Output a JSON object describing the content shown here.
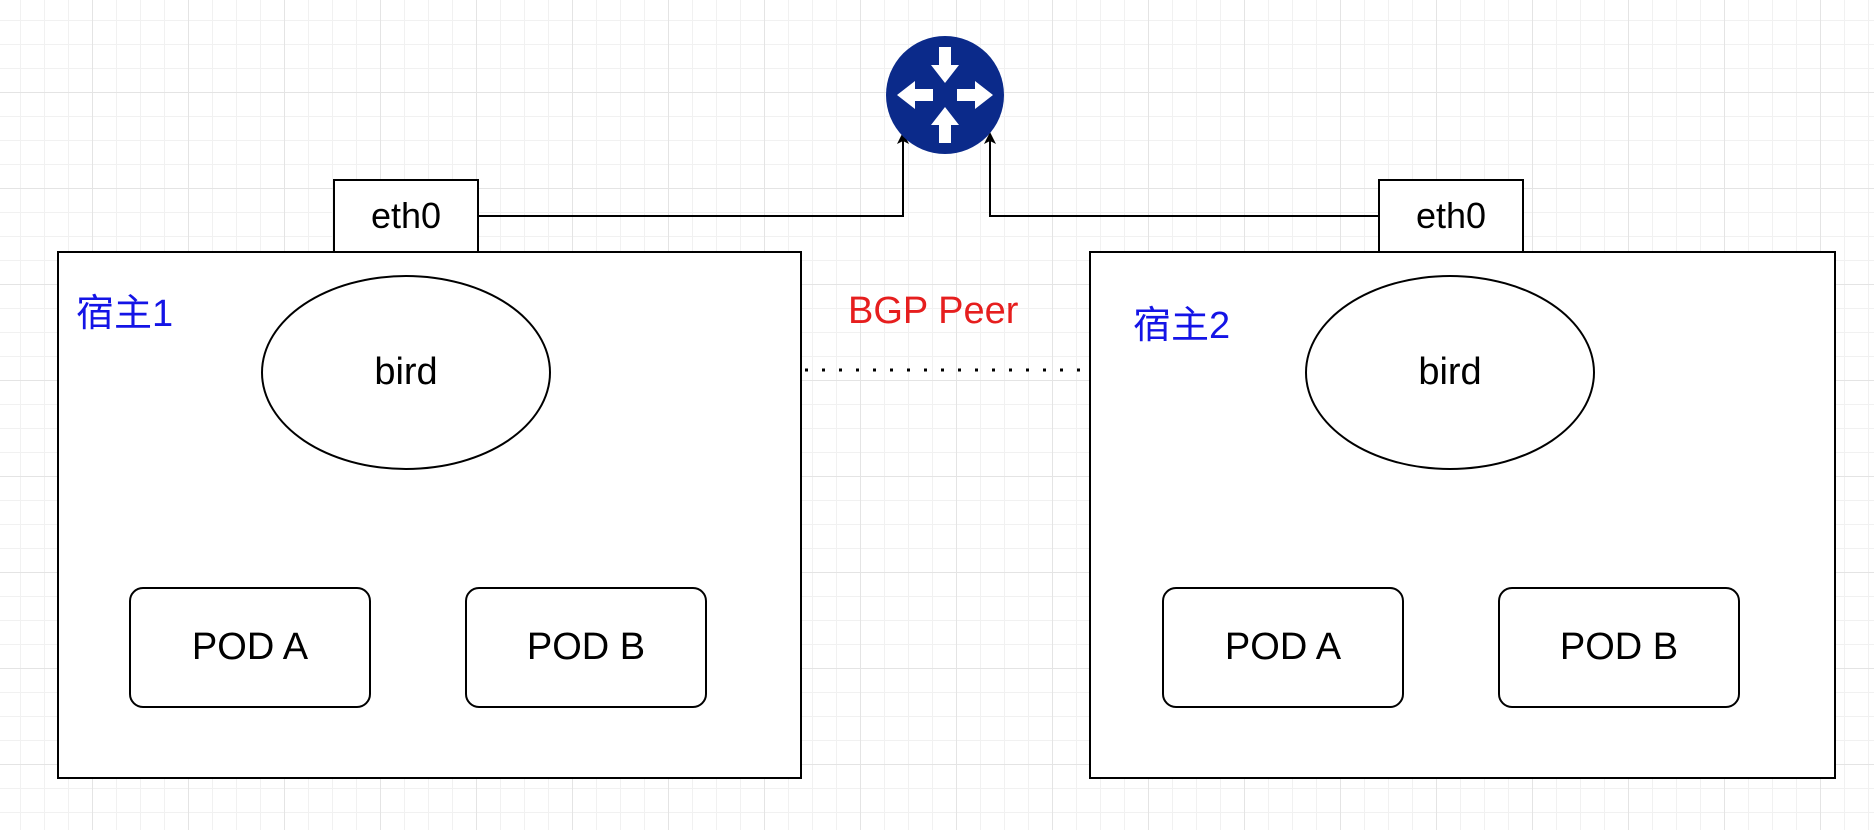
{
  "router": {
    "icon": "router-icon",
    "color": "#0b2a8a"
  },
  "peer_label": "BGP Peer",
  "hosts": [
    {
      "label": "宿主1",
      "eth": "eth0",
      "daemon": "bird",
      "pods": [
        "POD A",
        "POD B"
      ]
    },
    {
      "label": "宿主2",
      "eth": "eth0",
      "daemon": "bird",
      "pods": [
        "POD A",
        "POD B"
      ]
    }
  ],
  "colors": {
    "host_label": "#1414e6",
    "peer_label": "#e61e1e",
    "stroke": "#000000"
  }
}
